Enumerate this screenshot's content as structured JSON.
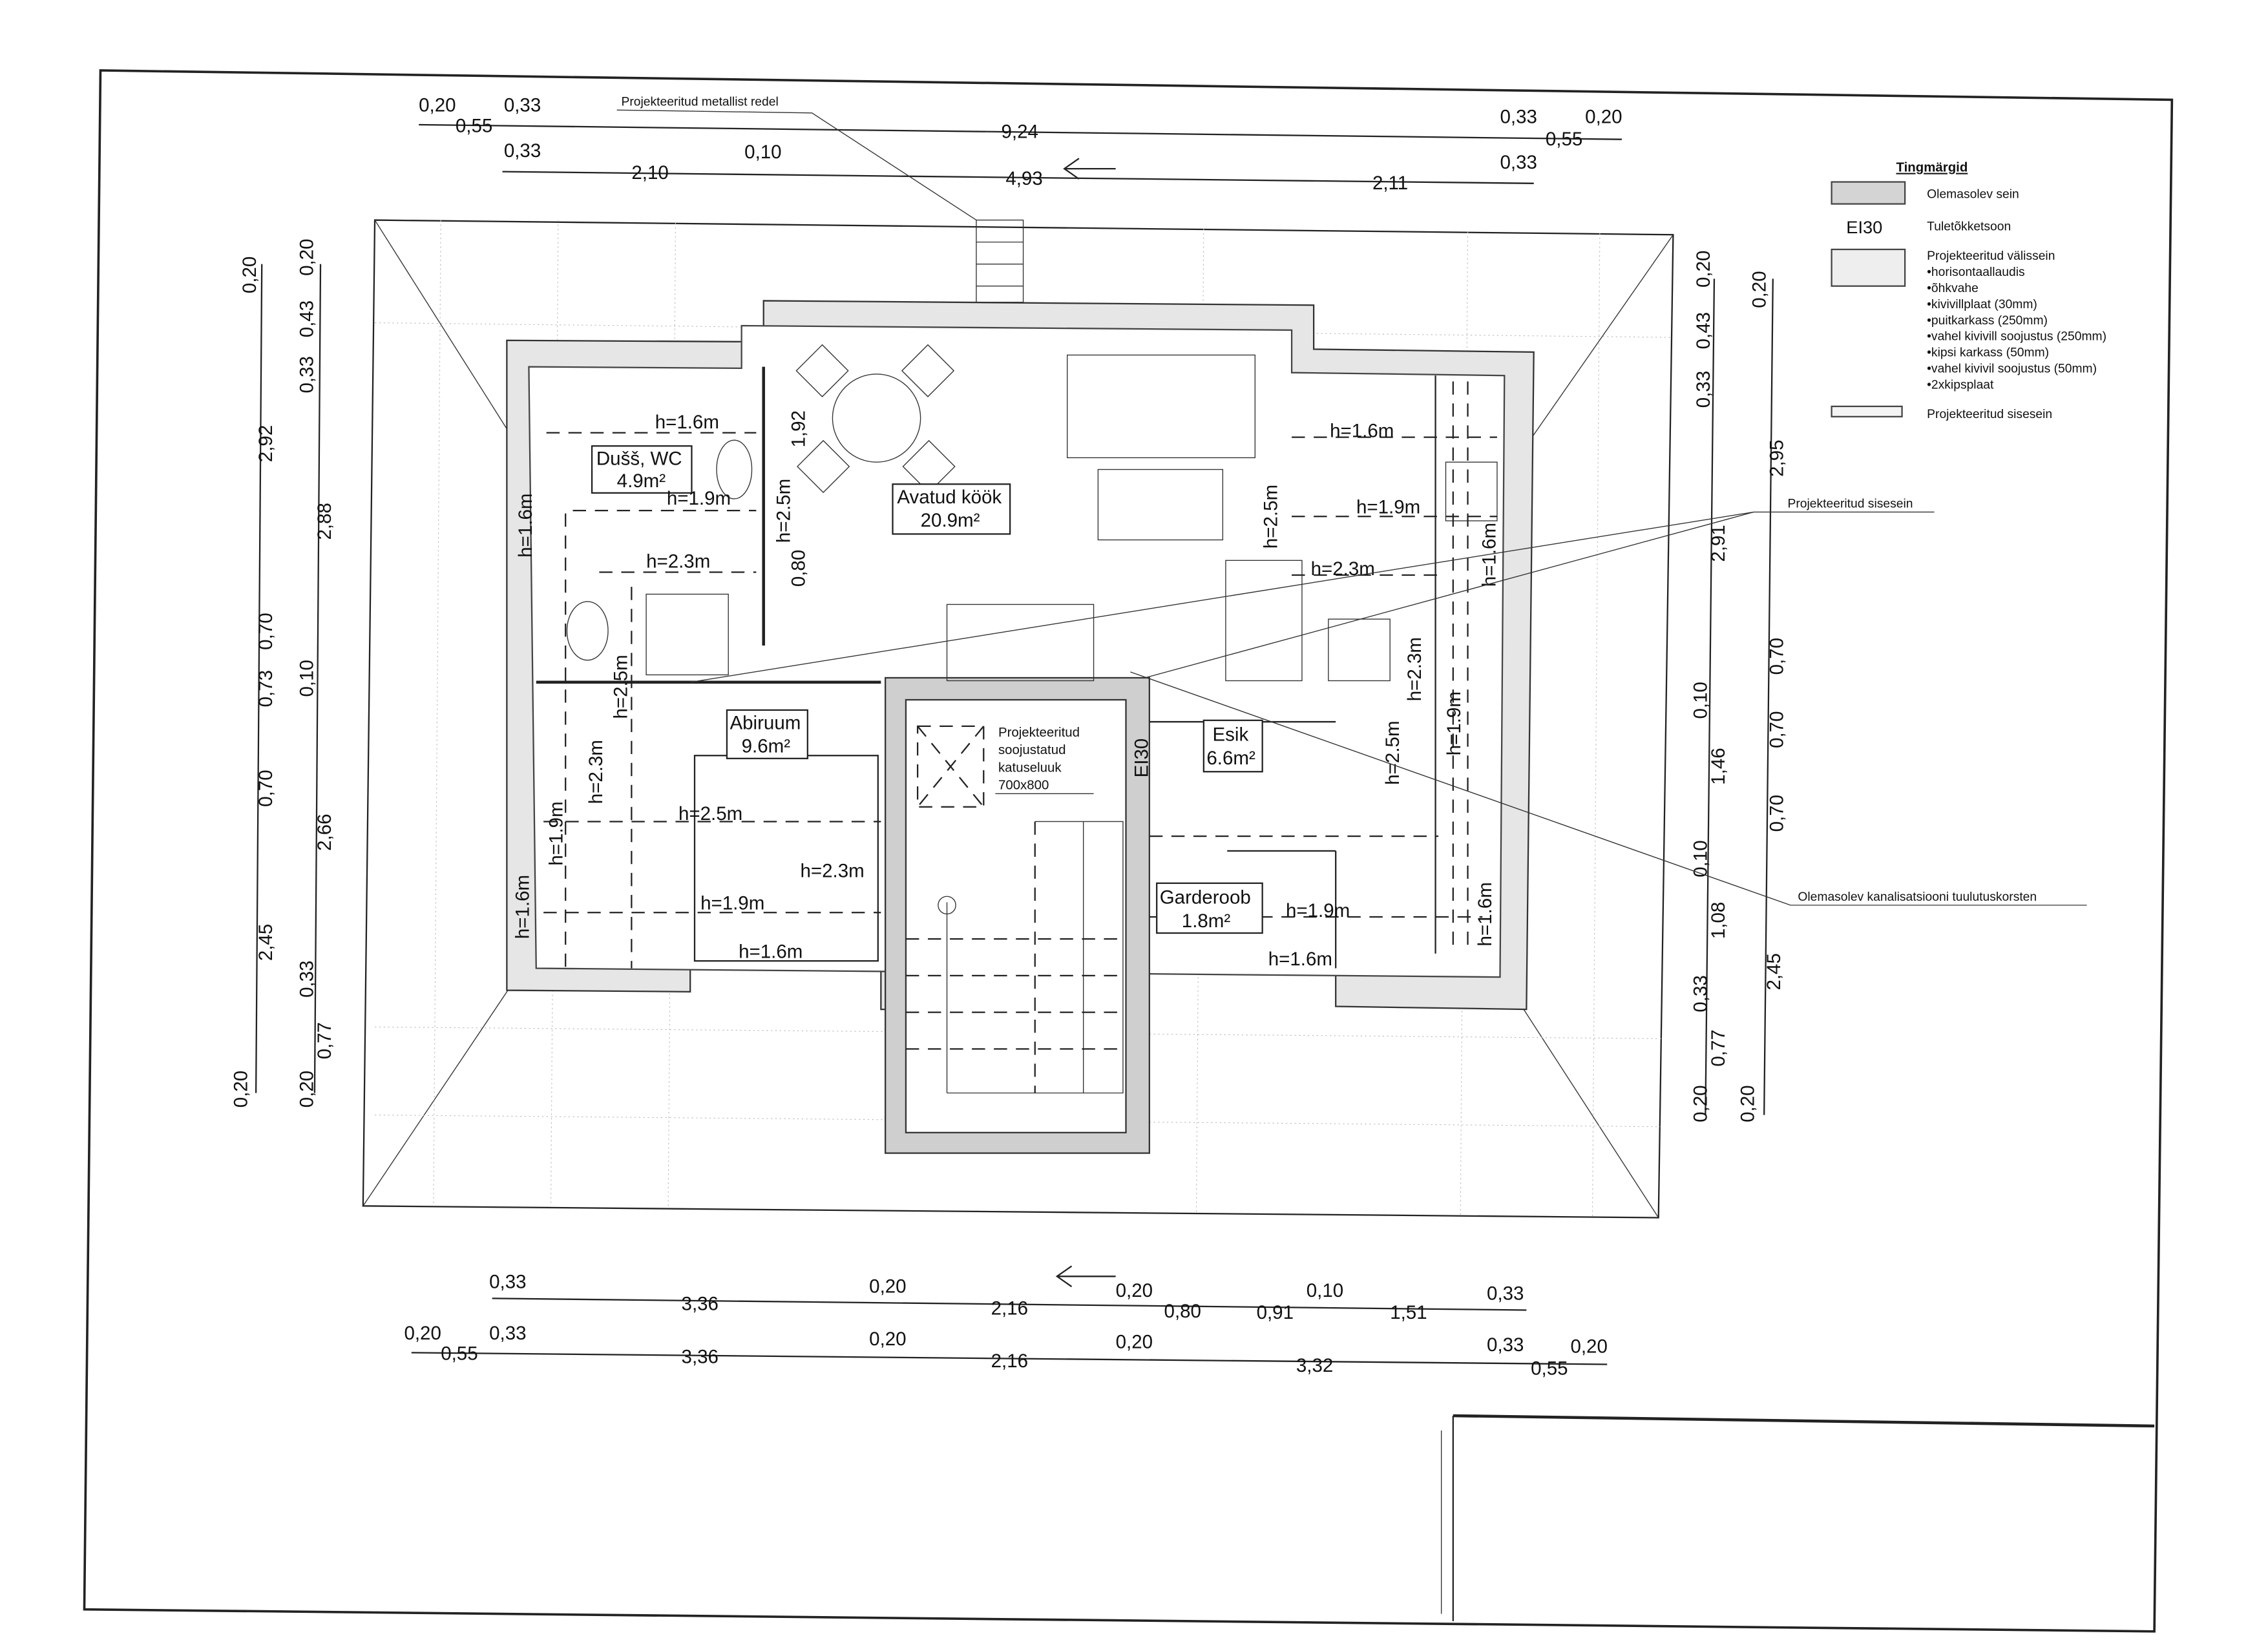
{
  "drawing": {
    "callouts": {
      "ladder": "Projekteeritud metallist redel",
      "interior_wall": "Projekteeritud sisesein",
      "vent_chimney": "Olemasolev kanalisatsiooni tuulutuskorsten",
      "hatch_lines": [
        "Projekteeritud",
        "soojustatud",
        "katuseluuk",
        "700x800"
      ],
      "fire_zone": "EI30"
    },
    "rooms": [
      {
        "name": "Dušš, WC",
        "area": "4.9m²"
      },
      {
        "name": "Avatud köök",
        "area": "20.9m²"
      },
      {
        "name": "Abiruum",
        "area": "9.6m²"
      },
      {
        "name": "Esik",
        "area": "6.6m²"
      },
      {
        "name": "Garderoob",
        "area": "1.8m²"
      }
    ],
    "heights": {
      "h16": "h=1.6m",
      "h19": "h=1.9m",
      "h23": "h=2.3m",
      "h25": "h=2.5m"
    },
    "inner_dims": {
      "d192": "1,92",
      "d080": "0,80"
    }
  },
  "dimensions": {
    "top_row1": [
      "0,20",
      "0,55",
      "0,33",
      "9,24",
      "0,33",
      "0,55",
      "0,20"
    ],
    "top_row2": [
      "0,33",
      "2,10",
      "0,10",
      "4,93",
      "2,11",
      "0,33"
    ],
    "bottom_row1": [
      "0,33",
      "3,36",
      "0,20",
      "2,16",
      "0,20",
      "0,80",
      "0,91",
      "0,10",
      "1,51",
      "0,33"
    ],
    "bottom_row2": [
      "0,20",
      "0,55",
      "0,33",
      "3,36",
      "0,20",
      "2,16",
      "0,20",
      "3,32",
      "0,33",
      "0,20",
      "0,55"
    ],
    "left_outer": [
      "0,20",
      "2,92",
      "0,70",
      "0,73",
      "0,70",
      "2,45",
      "0,20"
    ],
    "left_inner": [
      "0,20",
      "0,43",
      "0,33",
      "2,88",
      "0,10",
      "2,66",
      "0,33",
      "0,77",
      "0,20"
    ],
    "right_inner": [
      "0,20",
      "0,43",
      "0,33",
      "2,91",
      "0,10",
      "1,46",
      "0,10",
      "1,08",
      "0,33",
      "0,77",
      "0,20"
    ],
    "right_outer": [
      "0,20",
      "2,95",
      "0,70",
      "0,70",
      "0,70",
      "2,45",
      "0,20"
    ]
  },
  "legend": {
    "title": "Tingmärgid",
    "existing_wall": "Olemasolev sein",
    "fire_symbol": "EI30",
    "fire_zone": "Tuletõkketsoon",
    "exterior_wall": "Projekteeritud välissein",
    "exterior_layers": [
      "•horisontaallaudis",
      "•õhkvahe",
      "•kivivillplaat (30mm)",
      "•puitkarkass (250mm)",
      "•vahel kivivill soojustus (250mm)",
      "•kipsi karkass (50mm)",
      "•vahel kivivil soojustus (50mm)",
      "•2xkipsplaat"
    ],
    "interior_wall": "Projekteeritud sisesein"
  }
}
